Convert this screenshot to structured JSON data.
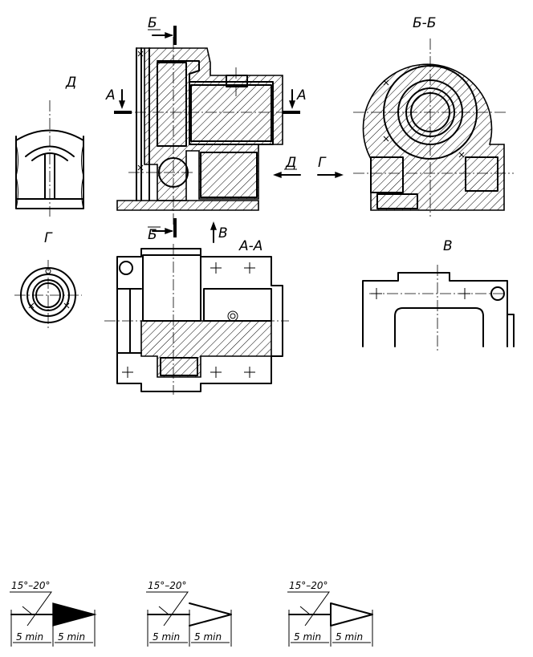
{
  "labels": {
    "view_d": "Д",
    "view_g": "Г",
    "section_bb": "Б-Б",
    "view_v": "В",
    "section_aa": "А-А",
    "cut_b_top": "Б",
    "cut_b_bottom": "Б",
    "cut_a_left": "А",
    "cut_a_right": "А",
    "arrow_d": "Д",
    "arrow_g": "Г",
    "arrow_v": "В"
  },
  "arrow_examples": [
    {
      "angle": "15°–20°",
      "dim_left": "5 min",
      "dim_right": "5 min",
      "style": "filled"
    },
    {
      "angle": "15°–20°",
      "dim_left": "5 min",
      "dim_right": "5 min",
      "style": "open"
    },
    {
      "angle": "15°–20°",
      "dim_left": "5 min",
      "dim_right": "5 min",
      "style": "outlined"
    }
  ]
}
